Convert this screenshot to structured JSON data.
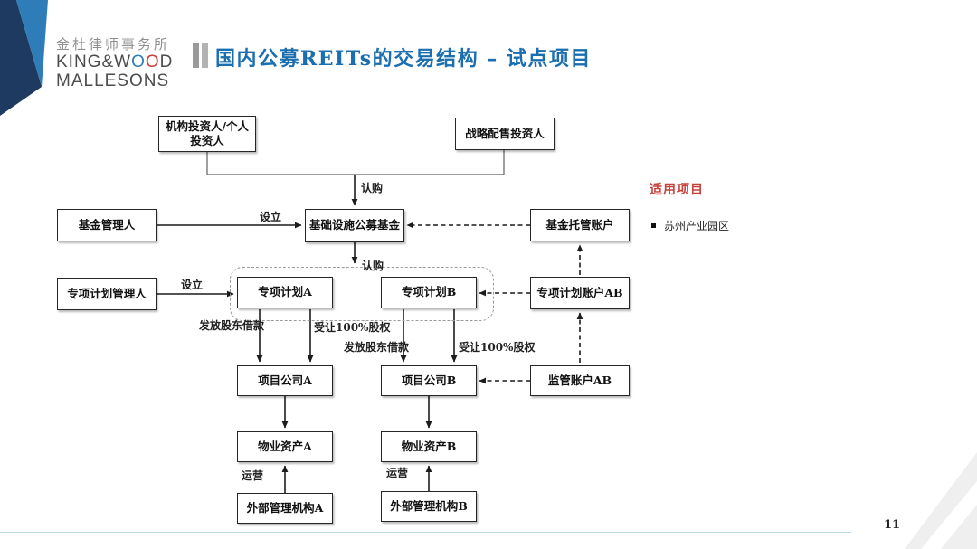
{
  "logo": {
    "cn": "金杜律师事务所",
    "en_line1_pre": "KING&W",
    "en_o1": "O",
    "en_o2": "O",
    "en_line1_post": "D",
    "en_line2": "MALLESONS"
  },
  "header": {
    "title": "国内公募REITs的交易结构 – 试点项目"
  },
  "diagram": {
    "nodes": {
      "investors": {
        "label": "机构投资人/个人投资人"
      },
      "strategic": {
        "label": "战略配售投资人"
      },
      "fund_manager": {
        "label": "基金管理人"
      },
      "public_fund": {
        "label": "基础设施公募基金"
      },
      "custody_account": {
        "label": "基金托管账户"
      },
      "plan_manager": {
        "label": "专项计划管理人"
      },
      "plan_a": {
        "label": "专项计划A"
      },
      "plan_b": {
        "label": "专项计划B"
      },
      "plan_account": {
        "label": "专项计划账户AB"
      },
      "project_a": {
        "label": "项目公司A"
      },
      "project_b": {
        "label": "项目公司B"
      },
      "supervision_account": {
        "label": "监管账户AB"
      },
      "property_a": {
        "label": "物业资产A"
      },
      "property_b": {
        "label": "物业资产B"
      },
      "manager_a": {
        "label": "外部管理机构A"
      },
      "manager_b": {
        "label": "外部管理机构B"
      }
    },
    "edges": {
      "subscribe_top": "认购",
      "establish_fund": "设立",
      "subscribe_plan": "认购",
      "establish_plan": "设立",
      "loan_a": "发放股东借款",
      "equity_a": "受让100%股权",
      "loan_b": "发放股东借款",
      "equity_b": "受让100%股权",
      "operate_a": "运营",
      "operate_b": "运营"
    }
  },
  "side_note": {
    "heading": "适用项目",
    "items": [
      "苏州产业园区"
    ]
  },
  "footer": {
    "page_number": "11"
  },
  "colors": {
    "title_blue": "#1b6fb1",
    "accent_red": "#c8423c",
    "logo_navy": "#1e3a60",
    "logo_blue": "#2e7cb8"
  }
}
